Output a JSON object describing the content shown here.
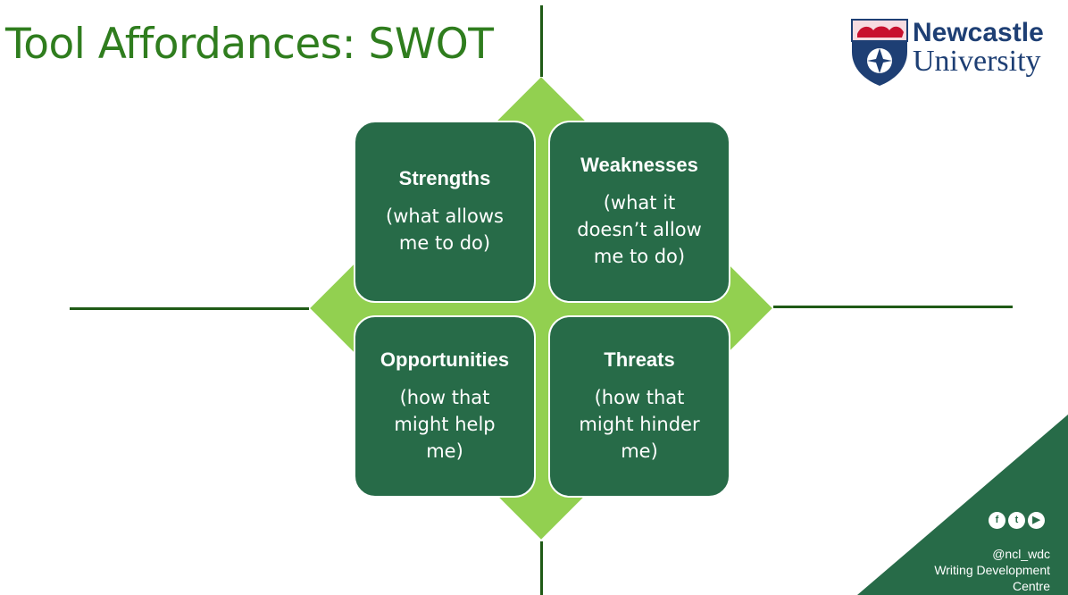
{
  "slide": {
    "title": "Tool Affordances: SWOT"
  },
  "swot": {
    "strengths": {
      "title": "Strengths",
      "desc": "(what allows\nme to do)"
    },
    "weaknesses": {
      "title": "Weaknesses",
      "desc": "(what it\ndoesn’t allow\nme to do)"
    },
    "opportunities": {
      "title": "Opportunities",
      "desc": "(how that\nmight help\nme)"
    },
    "threats": {
      "title": "Threats",
      "desc": "(how that\nmight hinder\nme)"
    }
  },
  "logo": {
    "line1": "Newcastle",
    "line2": "University"
  },
  "footer": {
    "social_icons": [
      "facebook-icon",
      "twitter-icon",
      "youtube-icon"
    ],
    "handle": "@ncl_wdc",
    "centre_line1": "Writing Development",
    "centre_line2": "Centre"
  },
  "colors": {
    "title_green": "#2f7d1e",
    "quad_green": "#276b48",
    "diamond_green": "#92d050",
    "logo_navy": "#1e3f74",
    "logo_red": "#c8102e"
  }
}
